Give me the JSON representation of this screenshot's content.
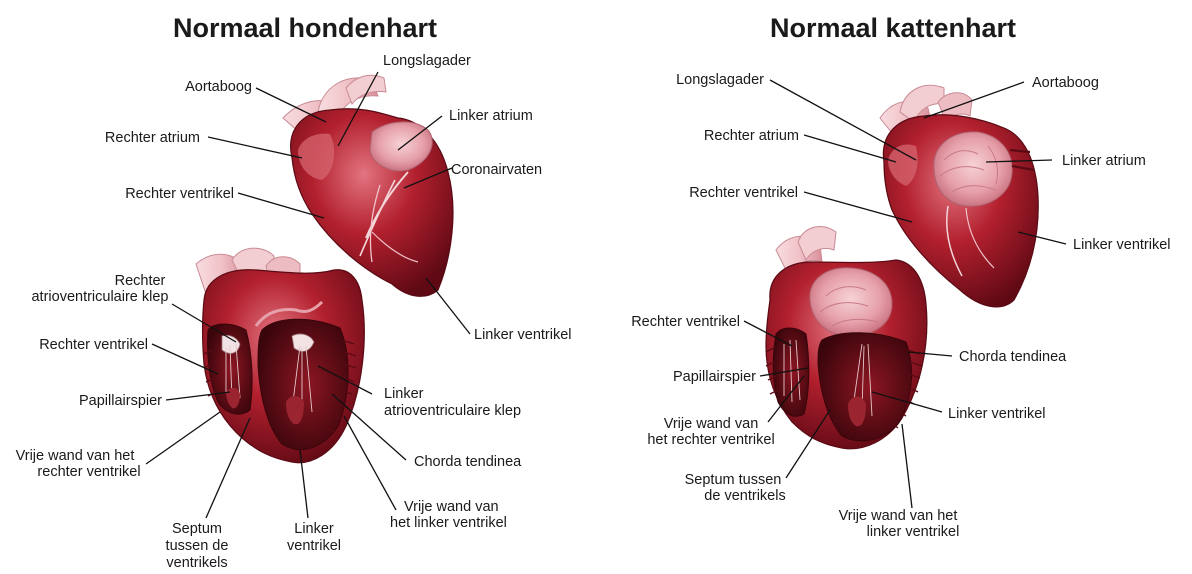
{
  "dog": {
    "title": "Normaal hondenhart",
    "labels": {
      "longslagader": "Longslagader",
      "aortaboog": "Aortaboog",
      "linker_atrium": "Linker atrium",
      "rechter_atrium": "Rechter atrium",
      "coronairvaten": "Coronairvaten",
      "rechter_ventrikel_top": "Rechter ventrikel",
      "linker_ventrikel_top": "Linker ventrikel",
      "rechter_av_klep_1": "Rechter",
      "rechter_av_klep_2": "atrioventriculaire klep",
      "rechter_ventrikel_bottom": "Rechter ventrikel",
      "papillairspier": "Papillairspier",
      "vrije_wand_rechts_1": "Vrije wand van het",
      "vrije_wand_rechts_2": "rechter ventrikel",
      "septum_1": "Septum",
      "septum_2": "tussen de",
      "septum_3": "ventrikels",
      "linker_ventrikel_bottom_1": "Linker",
      "linker_ventrikel_bottom_2": "ventrikel",
      "linker_av_klep_1": "Linker",
      "linker_av_klep_2": "atrioventriculaire klep",
      "chorda_tendinea": "Chorda tendinea",
      "vrije_wand_links_1": "Vrije wand van",
      "vrije_wand_links_2": "het linker ventrikel"
    }
  },
  "cat": {
    "title": "Normaal kattenhart",
    "labels": {
      "longslagader": "Longslagader",
      "aortaboog": "Aortaboog",
      "rechter_atrium": "Rechter atrium",
      "linker_atrium": "Linker atrium",
      "rechter_ventrikel_top": "Rechter ventrikel",
      "linker_ventrikel_top": "Linker ventrikel",
      "rechter_ventrikel_bottom": "Rechter ventrikel",
      "chorda_tendinea": "Chorda tendinea",
      "papillairspier": "Papillairspier",
      "linker_ventrikel_bottom": "Linker ventrikel",
      "vrije_wand_rechts_1": "Vrije wand van",
      "vrije_wand_rechts_2": "het rechter ventrikel",
      "septum_1": "Septum tussen",
      "septum_2": "de ventrikels",
      "vrije_wand_links_1": "Vrije wand van het",
      "vrije_wand_links_2": "linker ventrikel"
    }
  },
  "colors": {
    "muscle": "#b3202e",
    "muscle_dark": "#6d0c18",
    "muscle_light": "#e0707a",
    "atrium": "#e6a4ae",
    "vessel": "#f0c8cc",
    "interior": "#4a0810"
  }
}
